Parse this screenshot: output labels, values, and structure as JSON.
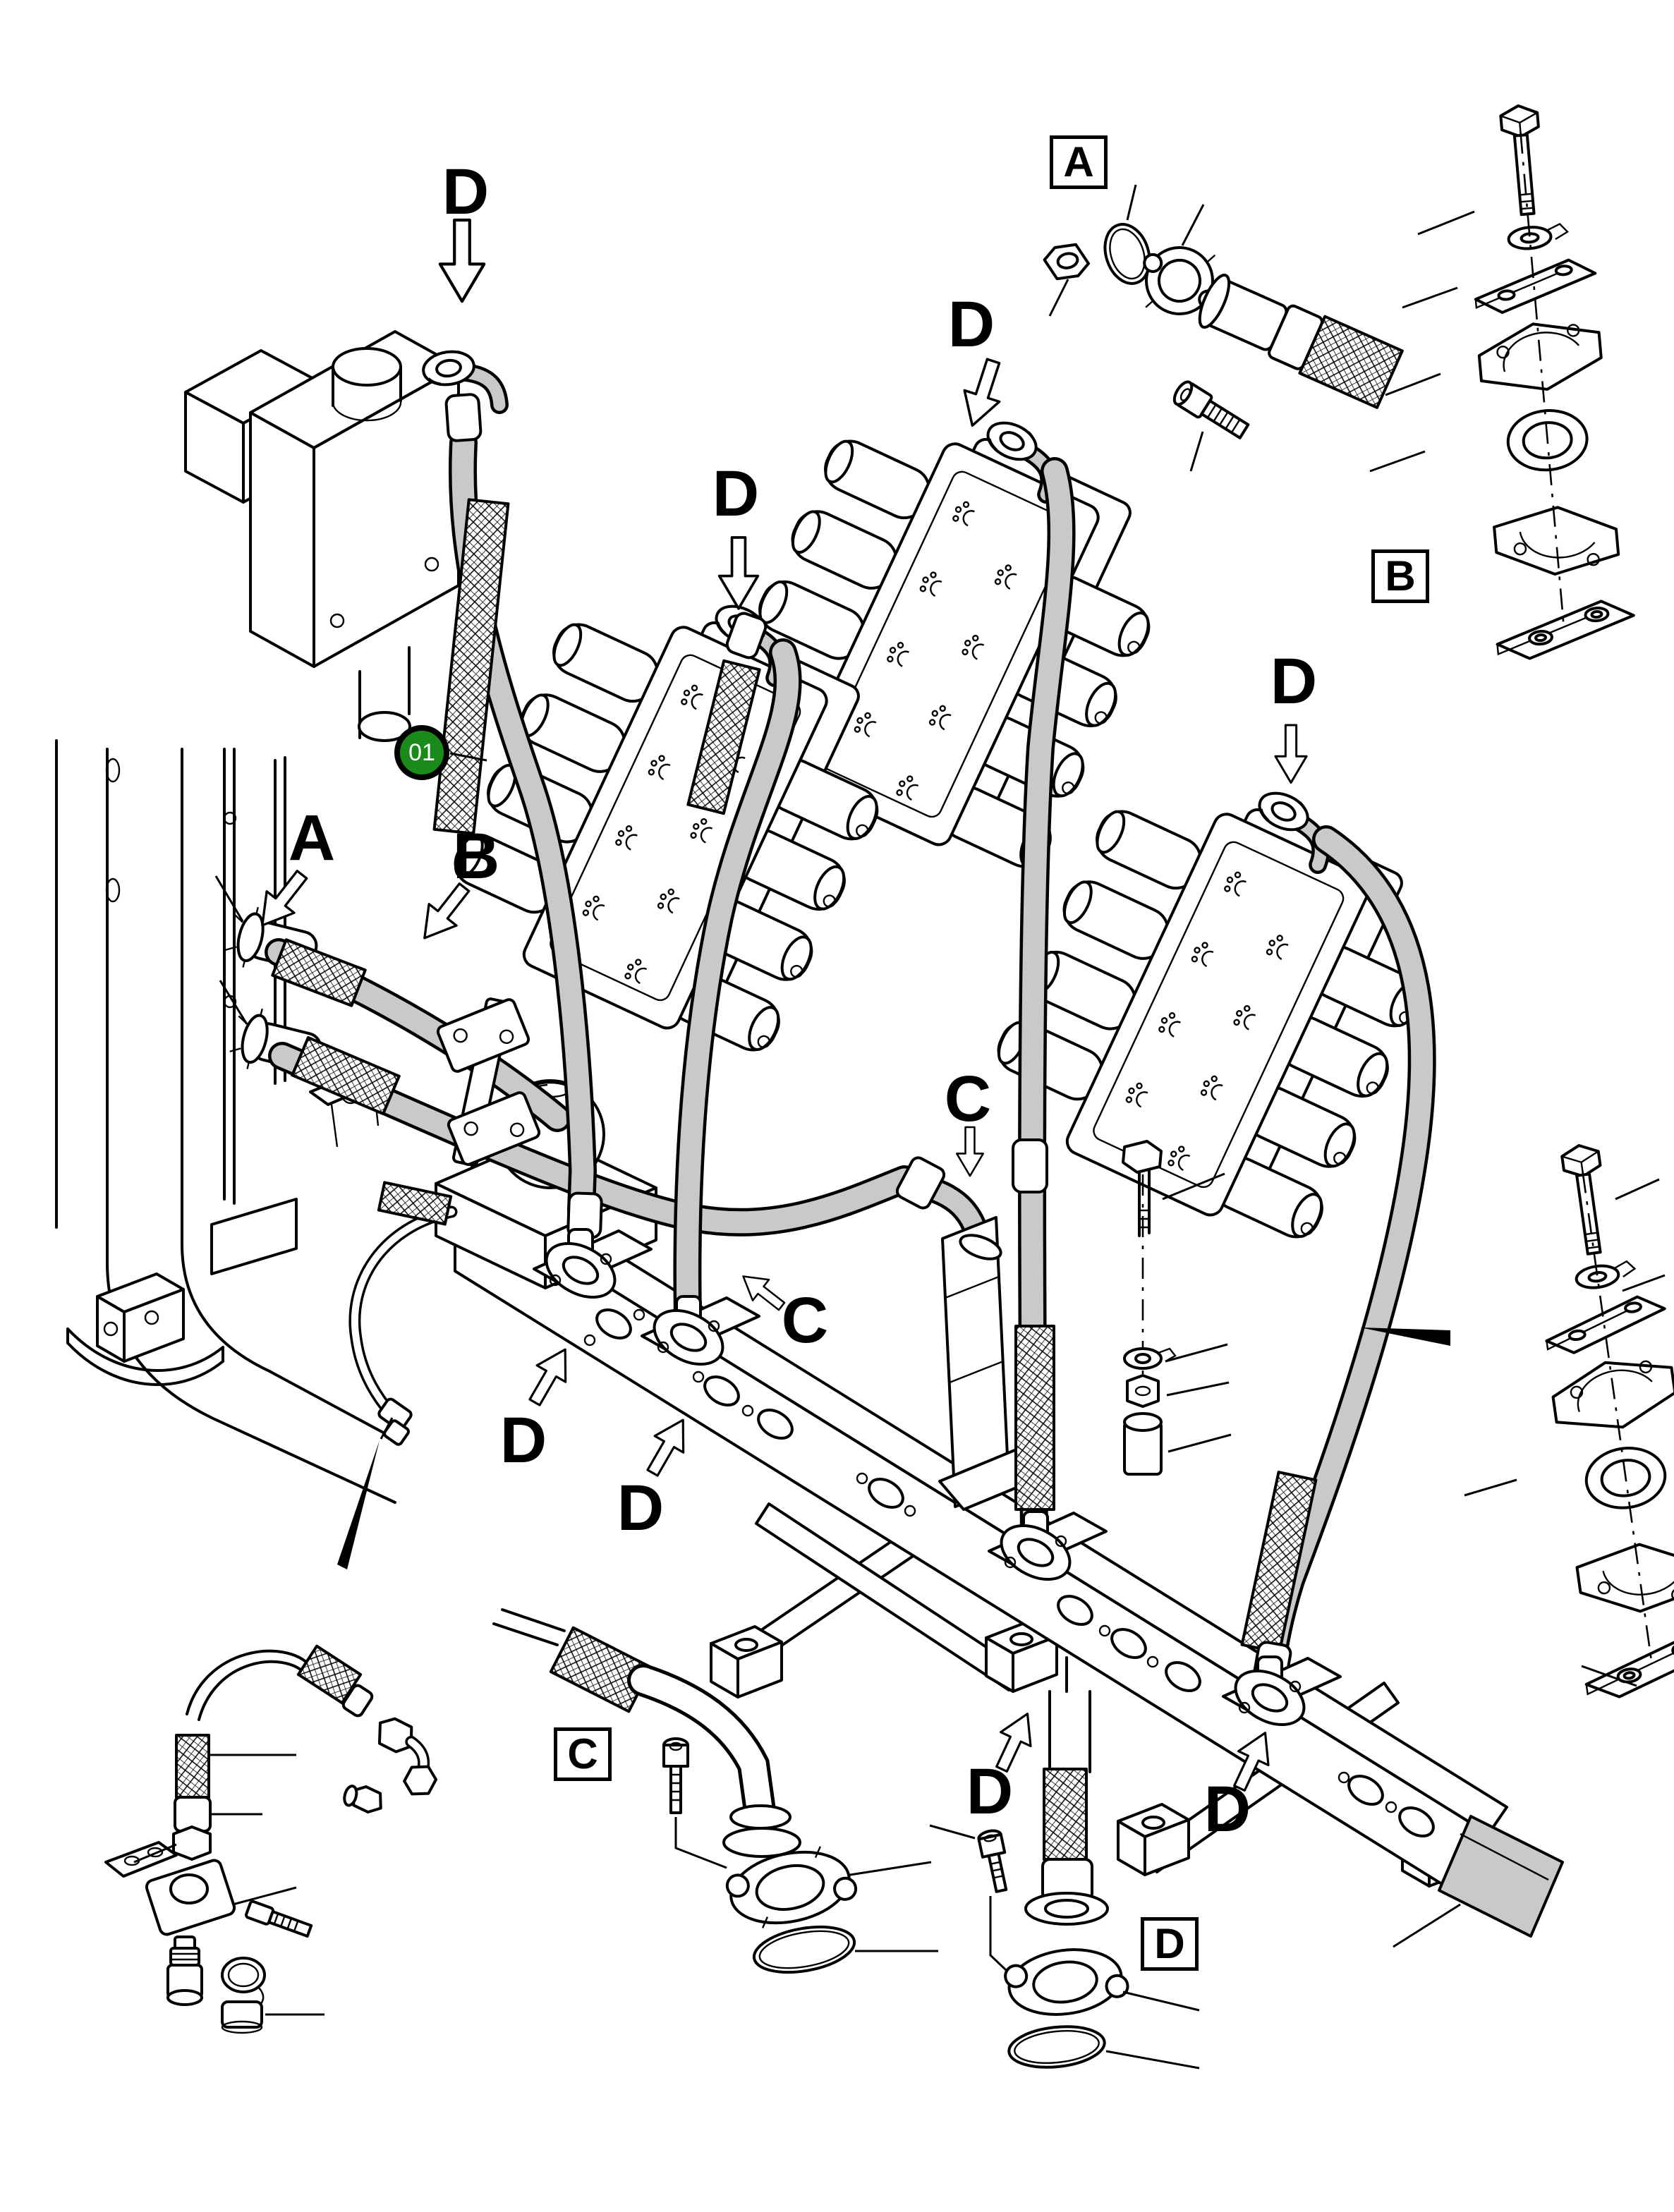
{
  "figure": {
    "kind": "hydraulic-hose-installation-exploded-diagram",
    "background": "#ffffff",
    "line_color": "#000000",
    "hose_shade_color": "#c9c9c9"
  },
  "badge": {
    "label": "01",
    "fill_color": "#1a8a1a",
    "ring_color": "#000000",
    "text_color": "#ffffff"
  },
  "boxed_callouts": [
    {
      "label": "A"
    },
    {
      "label": "B"
    },
    {
      "label": "C"
    },
    {
      "label": "D"
    }
  ],
  "floating_callouts": [
    {
      "label": "D",
      "arrow": "down",
      "points_to": "brake-valve-hose-coupling"
    },
    {
      "label": "D",
      "arrow": "down",
      "points_to": "valve-block-1-hose-coupling"
    },
    {
      "label": "D",
      "arrow": "down-right",
      "points_to": "valve-block-2-hose-coupling"
    },
    {
      "label": "D",
      "arrow": "down",
      "points_to": "valve-block-3-hose-coupling"
    },
    {
      "label": "A",
      "arrow": "down-left",
      "points_to": "frame-hose-fitting-upper"
    },
    {
      "label": "B",
      "arrow": "down-left",
      "points_to": "hose-clamp-blocks"
    },
    {
      "label": "C",
      "arrow": "down",
      "points_to": "elbow-hose-coupling"
    },
    {
      "label": "C",
      "arrow": "up-left",
      "points_to": "sweep-hose"
    },
    {
      "label": "D",
      "arrow": "up-right",
      "points_to": "rail-flange-1"
    },
    {
      "label": "D",
      "arrow": "up-right",
      "points_to": "rail-flange-2"
    },
    {
      "label": "D",
      "arrow": "up-right",
      "points_to": "rail-flange-3"
    },
    {
      "label": "D",
      "arrow": "up-right",
      "points_to": "rail-flange-4"
    }
  ]
}
